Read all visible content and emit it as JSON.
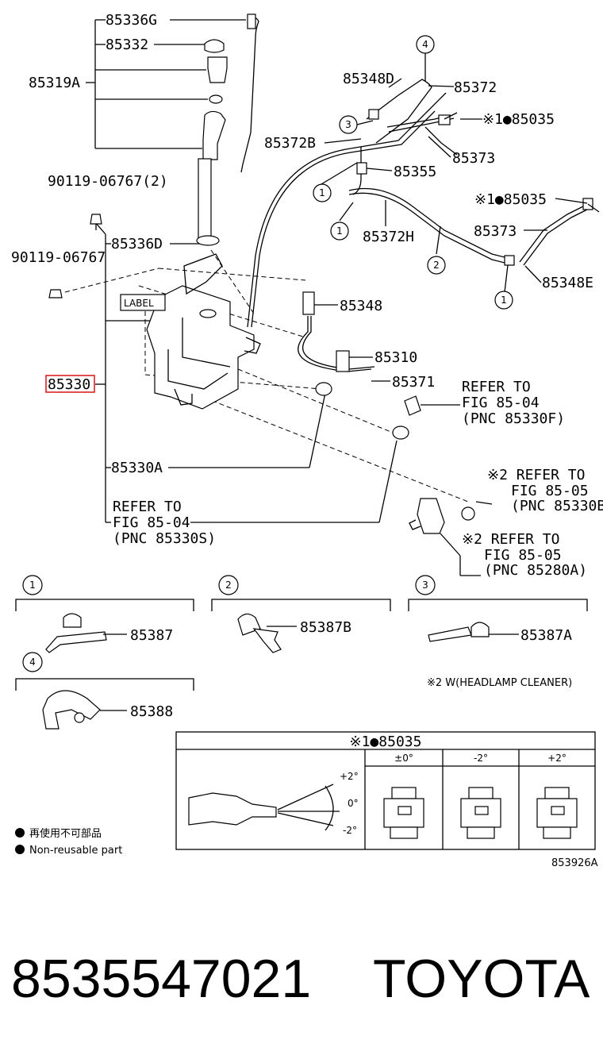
{
  "labels": {
    "l85336G": "85336G",
    "l85332": "85332",
    "l85319A": "85319A",
    "l90119_2": "90119-06767(2)",
    "l85336D": "85336D",
    "l90119": "90119-06767",
    "label_tag": "LABEL",
    "l85330": "85330",
    "l85330A": "85330A",
    "refer1_a": "REFER TO",
    "refer1_b": "FIG 85-04",
    "refer1_c": "(PNC 85330S)",
    "l85348D": "85348D",
    "l85372": "85372",
    "l85035_1": "※1●85035",
    "l85372B": "85372B",
    "l85373_1": "85373",
    "l85355": "85355",
    "l85035_2": "※1●85035",
    "l85372H": "85372H",
    "l85373_2": "85373",
    "l85348E": "85348E",
    "l85348": "85348",
    "l85310": "85310",
    "l85371": "85371",
    "refer2_a": "REFER TO",
    "refer2_b": "FIG 85-04",
    "refer2_c": "(PNC 85330F)",
    "refer3_a": "※2 REFER TO",
    "refer3_b": "FIG 85-05",
    "refer3_c": "(PNC 85330B",
    "refer4_a": "※2 REFER TO",
    "refer4_b": "FIG 85-05",
    "refer4_c": "(PNC 85280A)",
    "l85387": "85387",
    "l85387B": "85387B",
    "l85387A": "85387A",
    "l85388": "85388",
    "note2": "※2 W(HEADLAMP CLEANER)"
  },
  "circled": {
    "c1a": "1",
    "c1b": "1",
    "c1c": "1",
    "c2": "2",
    "c3": "3",
    "c4": "4",
    "d1": "1",
    "d2": "2",
    "d3": "3",
    "d4": "4"
  },
  "table": {
    "header": "※1●85035",
    "col1": "±0°",
    "col2": "-2°",
    "col3": "+2°",
    "angle_plus": "+2°",
    "angle_zero": "0°",
    "angle_minus": "-2°"
  },
  "legend": {
    "jp": "再使用不可部品",
    "en": "Non-reusable part"
  },
  "figure_id": "853926A",
  "footer": {
    "part_number": "8535547021",
    "brand": "TOYOTA"
  }
}
